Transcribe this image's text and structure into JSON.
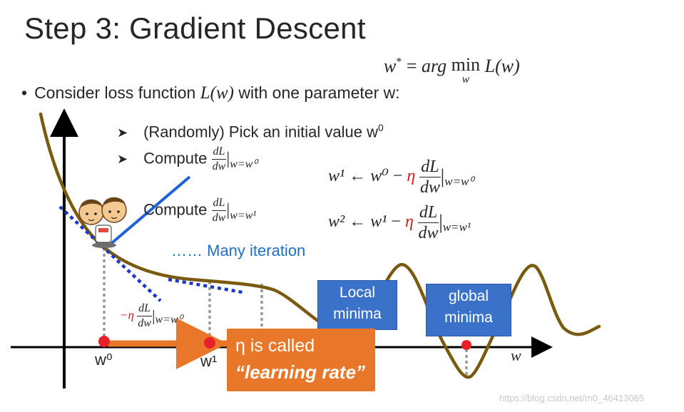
{
  "title": "Step 3: Gradient Descent",
  "objective": {
    "lhs": "w",
    "lhs_sup": "*",
    "eq": "=",
    "argword": "arg",
    "min": "min",
    "min_sub": "w",
    "rhs": "L(w)"
  },
  "bullet": {
    "pre": "Consider loss function ",
    "func": "L(w)",
    "post": " with one parameter w:"
  },
  "step1": {
    "text": "(Randomly) Pick an initial value w",
    "sup": "0"
  },
  "step2": {
    "word": "Compute",
    "num": "dL",
    "den": "dw",
    "bar": "|",
    "sub": "w=w⁰"
  },
  "step3": {
    "word": "Compute",
    "num": "dL",
    "den": "dw",
    "bar": "|",
    "sub": "w=w¹"
  },
  "update1": {
    "lhs": "w¹",
    "arrow": "←",
    "w": "w⁰",
    "minus": "−",
    "eta": "η",
    "num": "dL",
    "den": "dw",
    "bar": "|",
    "sub": "w=w⁰"
  },
  "update2": {
    "lhs": "w²",
    "arrow": "←",
    "w": "w¹",
    "minus": "−",
    "eta": "η",
    "num": "dL",
    "den": "dw",
    "bar": "|",
    "sub": "w=w¹"
  },
  "iteration": "…… Many iteration",
  "step_annot": {
    "prefix": "−η",
    "num": "dL",
    "den": "dw",
    "bar": "|",
    "sub": "w=w⁰"
  },
  "local_minima": {
    "line1": "Local",
    "line2": "minima"
  },
  "global_minima": {
    "line1": "global",
    "line2": "minima"
  },
  "learning_rate": {
    "line1": "η is called",
    "line2": "“learning rate”"
  },
  "axis": {
    "w0": "w⁰",
    "w1": "w¹",
    "w": "w"
  },
  "watermark": "https://blog.csdn.net/m0_46413065",
  "colors": {
    "curve": "#7a5a10",
    "tangent_solid": "#2060d8",
    "tangent_dotted": "#1c38c8",
    "point": "#e8202a",
    "step_arrow": "#e8772a",
    "box_blue": "#3a72c9",
    "box_orange": "#e8772a",
    "eta": "#d42020",
    "iteration_text": "#1f6fc4"
  }
}
